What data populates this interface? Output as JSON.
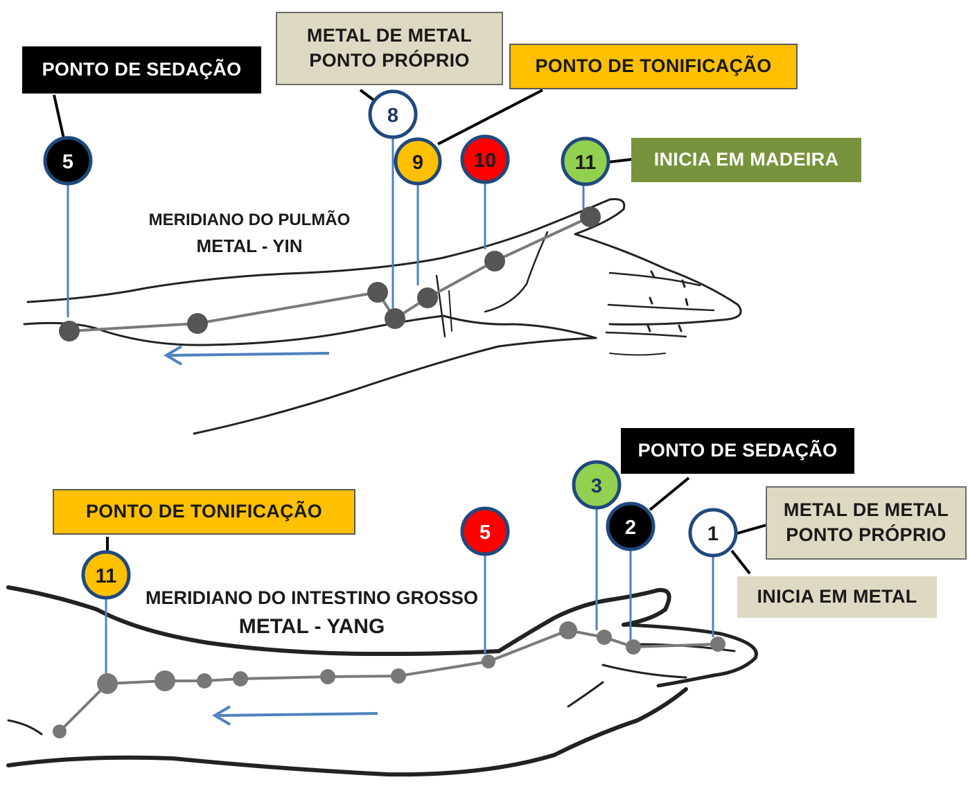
{
  "colors": {
    "blue_line": "#4f81bd",
    "yellow": "#ffc000",
    "red": "#ff0000",
    "green": "#92d050",
    "black": "#000000",
    "beige": "#ddd9c3",
    "olive": "#77933c"
  },
  "top": {
    "title_line1": "MERIDIANO DO PULMÃO",
    "title_line2": "METAL - YIN",
    "labels": {
      "sedation": "PONTO DE SEDAÇÃO",
      "own_point_line1": "METAL DE METAL",
      "own_point_line2": "PONTO PRÓPRIO",
      "tonification": "PONTO DE TONIFICAÇÃO",
      "start": "INICIA EM MADEIRA"
    },
    "points": [
      {
        "num": "5",
        "fill": "black",
        "text_color": "white"
      },
      {
        "num": "8",
        "fill": "white",
        "text_color": "navy"
      },
      {
        "num": "9",
        "fill": "yellow",
        "text_color": "black"
      },
      {
        "num": "10",
        "fill": "red",
        "text_color": "black"
      },
      {
        "num": "11",
        "fill": "green",
        "text_color": "black"
      }
    ]
  },
  "bottom": {
    "title_line1": "MERIDIANO DO INTESTINO GROSSO",
    "title_line2": "METAL - YANG",
    "labels": {
      "tonification": "PONTO DE TONIFICAÇÃO",
      "sedation": "PONTO DE SEDAÇÃO",
      "own_point_line1": "METAL DE METAL",
      "own_point_line2": "PONTO PRÓPRIO",
      "start": "INICIA EM METAL"
    },
    "points": [
      {
        "num": "11",
        "fill": "yellow",
        "text_color": "black"
      },
      {
        "num": "5",
        "fill": "red",
        "text_color": "white"
      },
      {
        "num": "3",
        "fill": "green",
        "text_color": "navy"
      },
      {
        "num": "2",
        "fill": "black",
        "text_color": "white"
      },
      {
        "num": "1",
        "fill": "white",
        "text_color": "black"
      }
    ]
  }
}
